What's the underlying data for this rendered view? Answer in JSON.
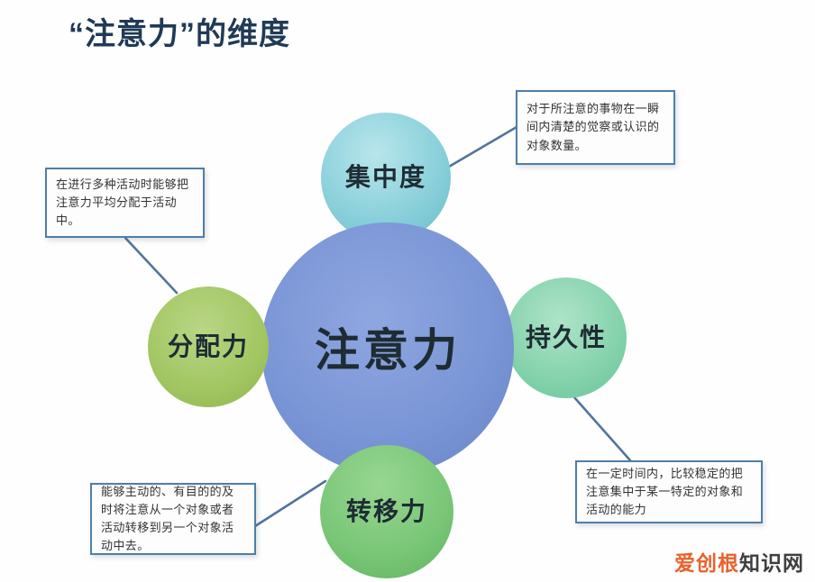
{
  "title": "“注意力”的维度",
  "diagram": {
    "center": {
      "label": "注意力"
    },
    "nodes": [
      {
        "id": "concentration",
        "label": "集中度",
        "position": "top",
        "color": "#86ced9"
      },
      {
        "id": "persistence",
        "label": "持久性",
        "position": "right",
        "color": "#84d2ac"
      },
      {
        "id": "distribution",
        "label": "分配力",
        "position": "left",
        "color": "#a2c662"
      },
      {
        "id": "transfer",
        "label": "转移力",
        "position": "bottom",
        "color": "#78c676"
      }
    ],
    "callouts": [
      {
        "id": "concentration-note",
        "links_to": "concentration",
        "text": "对于所注意的事物在一瞬间内清楚的觉察或认识的对象数量。"
      },
      {
        "id": "distribution-note",
        "links_to": "distribution",
        "text": "在进行多种活动时能够把注意力平均分配于活动中。"
      },
      {
        "id": "persistence-note",
        "links_to": "persistence",
        "text": "在一定时间内，比较稳定的把注意集中于某一特定的对象和活动的能力"
      },
      {
        "id": "transfer-note",
        "links_to": "transfer",
        "text": "能够主动的、有目的的及时将注意从一个对象或者活动转移到另一个对象活动中去。"
      }
    ],
    "colors": {
      "center_circle": "#7b96d6",
      "callout_border": "#4e7ea8",
      "connector_line": "#52749b",
      "title_text": "#1f3a56"
    }
  },
  "watermark": {
    "brand": "爱创根",
    "suffix": "知识网"
  }
}
